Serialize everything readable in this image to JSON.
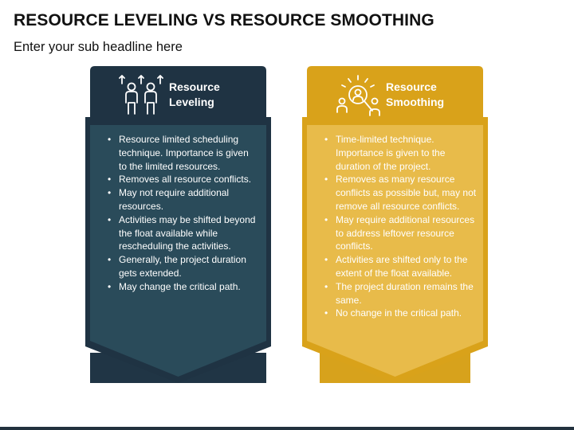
{
  "page": {
    "title": "RESOURCE LEVELING VS RESOURCE SMOOTHING",
    "subtitle": "Enter your sub headline here"
  },
  "colors": {
    "leveling_head": "#1f3343",
    "leveling_body": "#2a4b5a",
    "leveling_bottom": "#203545",
    "smoothing_head": "#d9a21a",
    "smoothing_body": "#e8bb4a",
    "smoothing_bottom": "#d7a21c"
  },
  "cards": {
    "leveling": {
      "icon": "people-arrows-up-icon",
      "title_line1": "Resource",
      "title_line2": "Leveling",
      "points": [
        "Resource limited scheduling technique. Importance is given to the limited resources.",
        "Removes all resource conflicts.",
        "May not require additional resources.",
        "Activities may be shifted beyond the float available while rescheduling the activities.",
        "Generally, the project duration gets extended.",
        "May change the critical path."
      ]
    },
    "smoothing": {
      "icon": "magnifier-people-icon",
      "title_line1": "Resource",
      "title_line2": "Smoothing",
      "points": [
        "Time-limited technique. Importance is given to the duration of the project.",
        "Removes as many resource conflicts as possible but, may not remove all resource conflicts.",
        "May require additional resources to address leftover resource conflicts.",
        "Activities are shifted only to the extent of the float available.",
        "The project duration remains the same.",
        "No change in the critical path."
      ]
    }
  }
}
